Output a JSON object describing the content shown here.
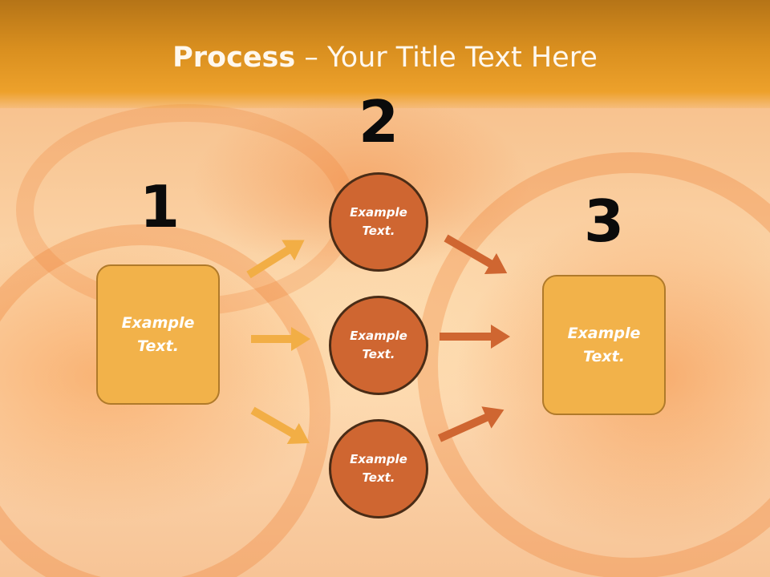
{
  "slide": {
    "title_bold": "Process",
    "title_rest": " – Your Title Text Here"
  },
  "steps": [
    {
      "number": "1",
      "label": "Example\nText."
    },
    {
      "number": "2",
      "label": "Example\nText."
    },
    {
      "number": "3",
      "label": "Example\nText."
    }
  ],
  "middle_circles": [
    {
      "label": "Example\nText."
    },
    {
      "label": "Example\nText."
    },
    {
      "label": "Example\nText."
    }
  ],
  "colors": {
    "box_fill": "#f2b24a",
    "circle_fill": "#cf6631",
    "left_arrows": "#f2ae45",
    "right_arrows": "#cf6631",
    "header": "#eda12b"
  }
}
